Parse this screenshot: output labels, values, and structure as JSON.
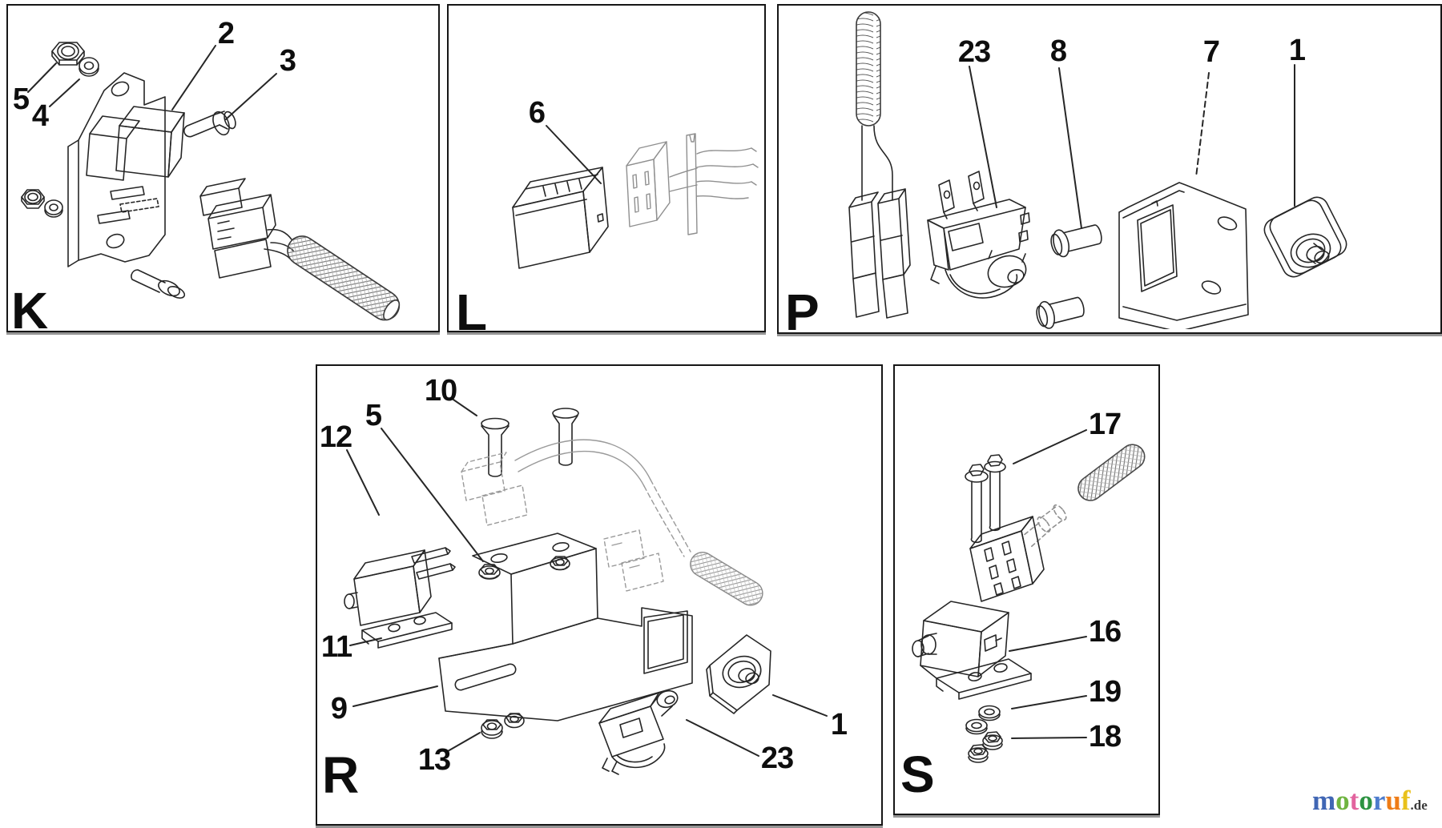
{
  "panels": {
    "k": {
      "letter": "K",
      "callouts": {
        "n5": "5",
        "n4": "4",
        "n2": "2",
        "n3": "3"
      }
    },
    "l": {
      "letter": "L",
      "callouts": {
        "n6": "6"
      }
    },
    "p": {
      "letter": "P",
      "callouts": {
        "n23": "23",
        "n8": "8",
        "n7": "7",
        "n1": "1"
      }
    },
    "r": {
      "letter": "R",
      "callouts": {
        "n10": "10",
        "n5": "5",
        "n12": "12",
        "n11": "11",
        "n9": "9",
        "n13": "13",
        "n23": "23",
        "n1": "1"
      }
    },
    "s": {
      "letter": "S",
      "callouts": {
        "n17": "17",
        "n16": "16",
        "n19": "19",
        "n18": "18"
      }
    }
  },
  "watermark": {
    "brand_letters": [
      {
        "ch": "m",
        "color": "#4066b4"
      },
      {
        "ch": "o",
        "color": "#6fb440"
      },
      {
        "ch": "t",
        "color": "#e2639e"
      },
      {
        "ch": "o",
        "color": "#2d9342"
      },
      {
        "ch": "r",
        "color": "#4d7ccd"
      },
      {
        "ch": "u",
        "color": "#ee7c17"
      },
      {
        "ch": "f",
        "color": "#e9c11b"
      }
    ],
    "suffix": ".de",
    "suffix_color": "#3a3a3a"
  }
}
